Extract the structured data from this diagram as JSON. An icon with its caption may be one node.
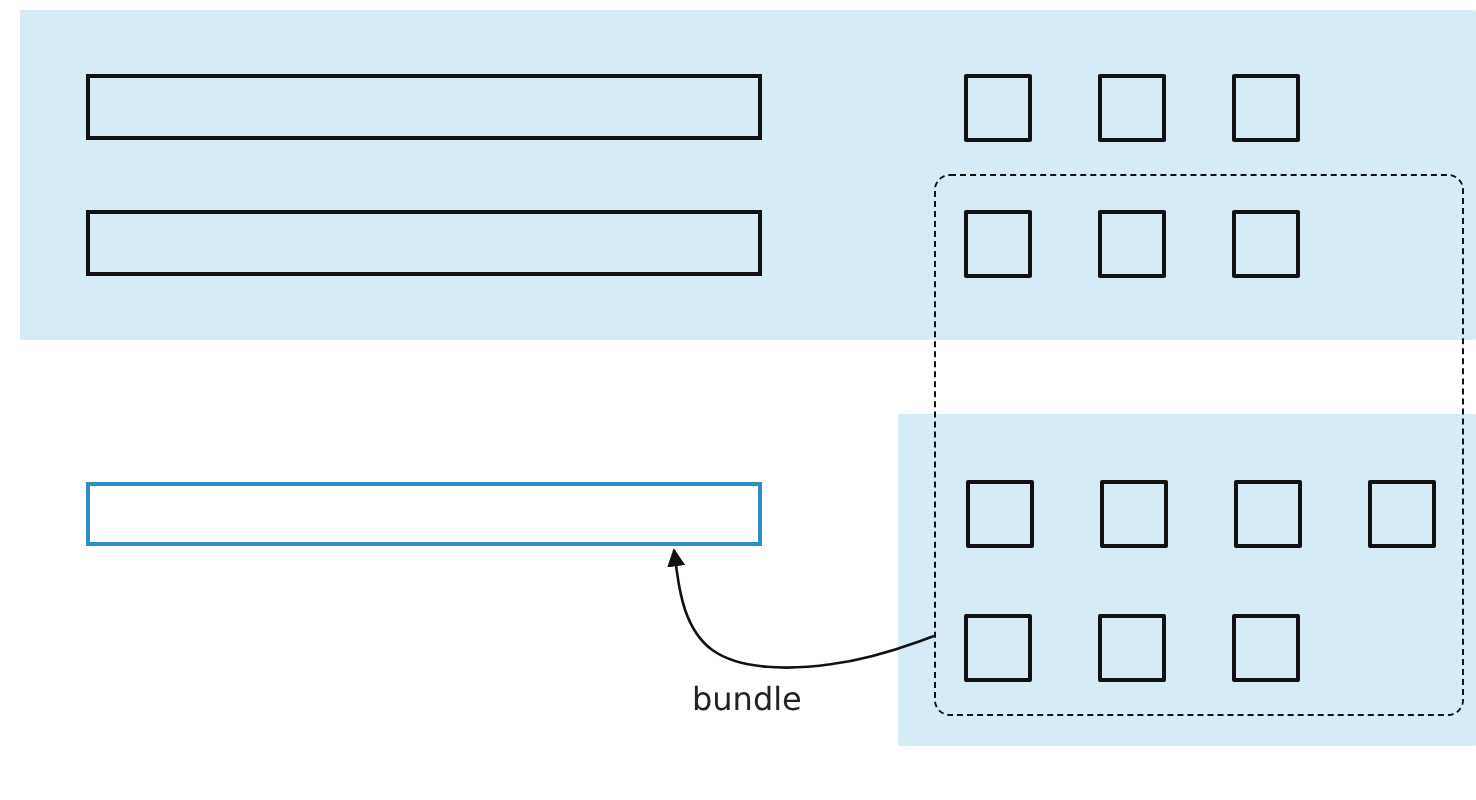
{
  "diagram": {
    "nodes": [
      {
        "text": [],
        "shape": "box"
      },
      {
        "text": [],
        "shape": "bar",
        "in": 0
      },
      {
        "text": [],
        "shape": "box",
        "in": 0
      },
      {
        "text": [],
        "shape": "box",
        "in": 0
      },
      {
        "text": [],
        "shape": "box",
        "in": 0
      },
      {
        "text": [],
        "shape": "bar",
        "in": 0
      },
      {
        "text": [],
        "shape": "box"
      },
      {
        "text": [],
        "shape": "box"
      },
      {
        "text": [],
        "shape": "box"
      },
      {
        "text": [],
        "shape": "box"
      },
      {
        "text": [],
        "shape": "box"
      },
      {
        "text": [],
        "shape": "bar"
      },
      {
        "text": [],
        "shape": "box",
        "in": 10
      },
      {
        "text": [],
        "shape": "box",
        "in": 10
      },
      {
        "text": [],
        "shape": "box",
        "in": 10
      },
      {
        "text": [],
        "shape": "box",
        "in": 10
      },
      {
        "text": [],
        "shape": "box",
        "in": 10
      },
      {
        "text": [],
        "shape": "box",
        "in": 10
      },
      {
        "text": [],
        "shape": "box",
        "in": 10
      }
    ],
    "edges": [
      {
        "from": 6,
        "to": 11,
        "arrow": "to",
        "label": "bundle"
      }
    ]
  }
}
